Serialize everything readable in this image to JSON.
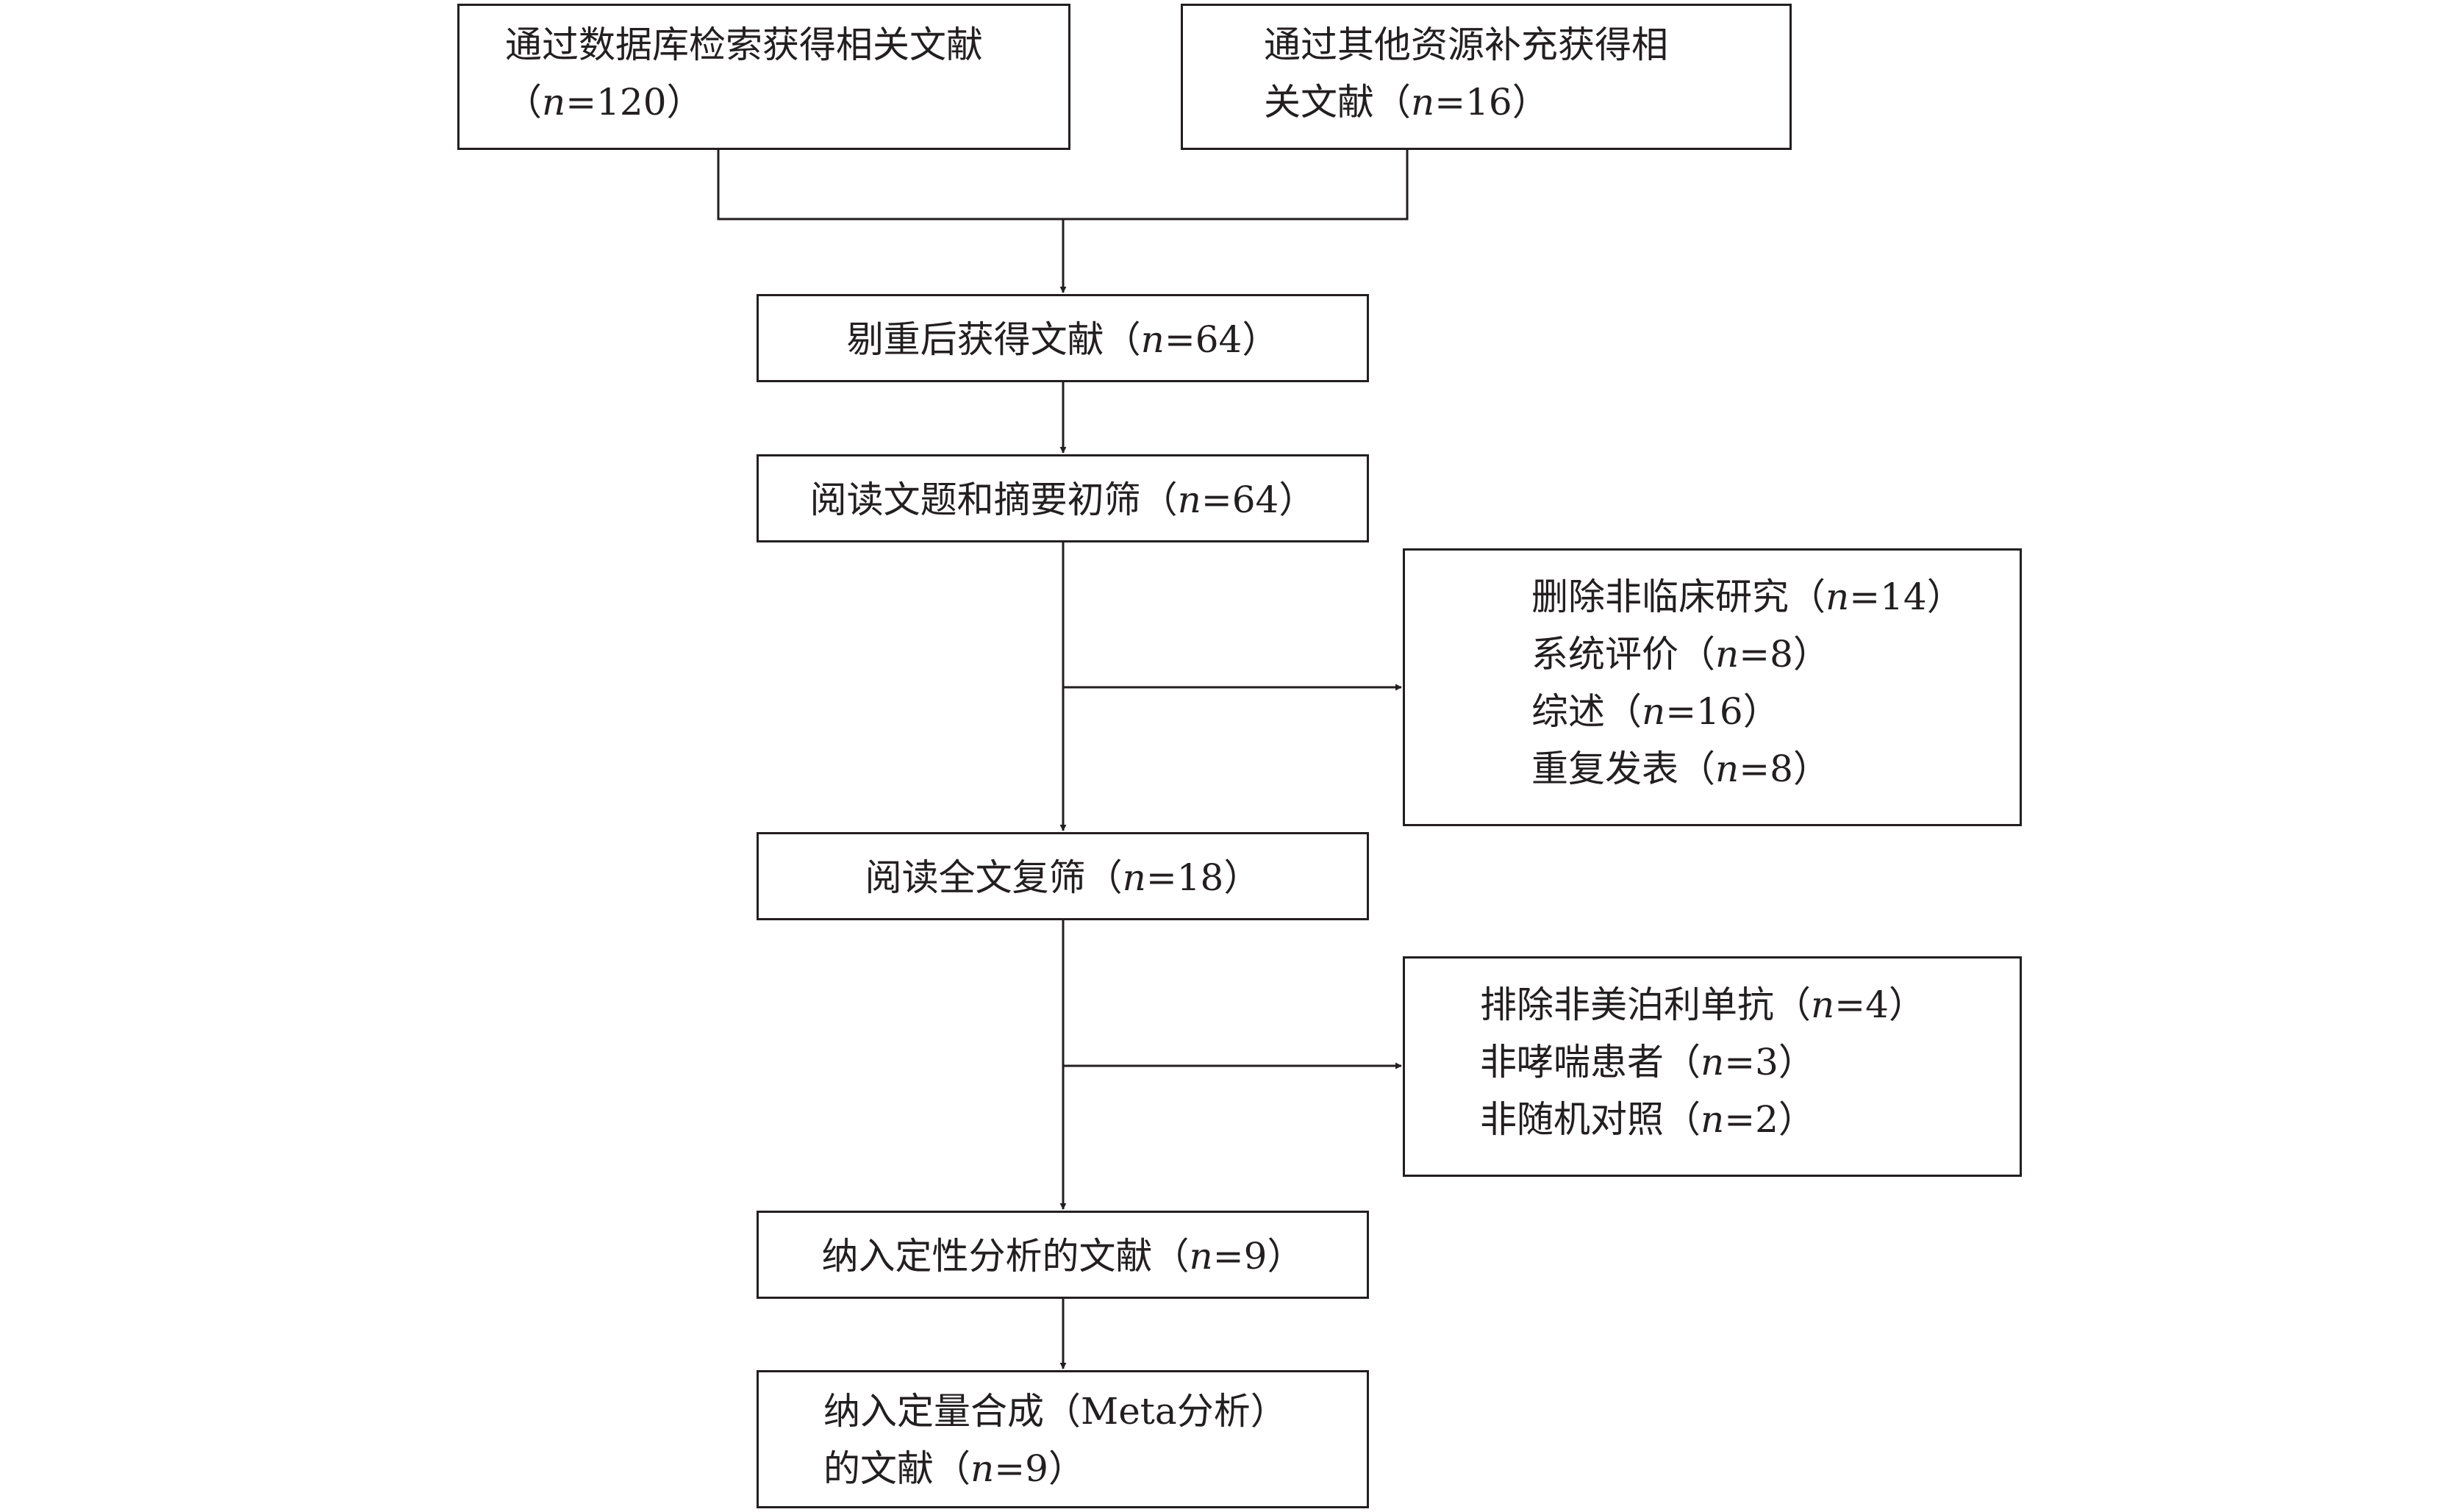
{
  "colors": {
    "line": "#231f20",
    "box_fill": "#ffffff",
    "background": "#ffffff"
  },
  "boxes": {
    "database_search": {
      "lines": [
        {
          "text": "通过数据库检索获得相关文献",
          "prefix": "",
          "n": "",
          "suffix": ""
        },
        {
          "text": "",
          "prefix": "（",
          "n": "n",
          "suffix": "=120）"
        }
      ]
    },
    "other_sources": {
      "lines": [
        {
          "text": "通过其他资源补充获得相",
          "prefix": "",
          "n": "",
          "suffix": ""
        },
        {
          "text": "",
          "prefix": "关文献（",
          "n": "n",
          "suffix": "=16）"
        }
      ]
    },
    "after_dedup": {
      "lines": [
        {
          "text": "",
          "prefix": "剔重后获得文献（",
          "n": "n",
          "suffix": "=64）"
        }
      ]
    },
    "title_abstract_screen": {
      "lines": [
        {
          "text": "",
          "prefix": "阅读文题和摘要初筛（",
          "n": "n",
          "suffix": "=64）"
        }
      ]
    },
    "excluded_first": {
      "lines": [
        {
          "text": "",
          "prefix": "删除非临床研究（",
          "n": "n",
          "suffix": "=14）"
        },
        {
          "text": "",
          "prefix": "系统评价（",
          "n": "n",
          "suffix": "=8）"
        },
        {
          "text": "",
          "prefix": "综述（",
          "n": "n",
          "suffix": "=16）"
        },
        {
          "text": "",
          "prefix": "重复发表（",
          "n": "n",
          "suffix": "=8）"
        }
      ]
    },
    "full_text_screen": {
      "lines": [
        {
          "text": "",
          "prefix": "阅读全文复筛（",
          "n": "n",
          "suffix": "=18）"
        }
      ]
    },
    "excluded_second": {
      "lines": [
        {
          "text": "",
          "prefix": "排除非美泊利单抗（",
          "n": "n",
          "suffix": "=4）"
        },
        {
          "text": "",
          "prefix": "非哮喘患者（",
          "n": "n",
          "suffix": "=3）"
        },
        {
          "text": "",
          "prefix": "非随机对照（",
          "n": "n",
          "suffix": "=2）"
        }
      ]
    },
    "qualitative": {
      "lines": [
        {
          "text": "",
          "prefix": "纳入定性分析的文献（",
          "n": "n",
          "suffix": "=9）"
        }
      ]
    },
    "quantitative": {
      "lines": [
        {
          "text": "纳入定量合成（Meta分析）",
          "prefix": "",
          "n": "",
          "suffix": ""
        },
        {
          "text": "",
          "prefix": "的文献（",
          "n": "n",
          "suffix": "=9）"
        }
      ]
    }
  }
}
